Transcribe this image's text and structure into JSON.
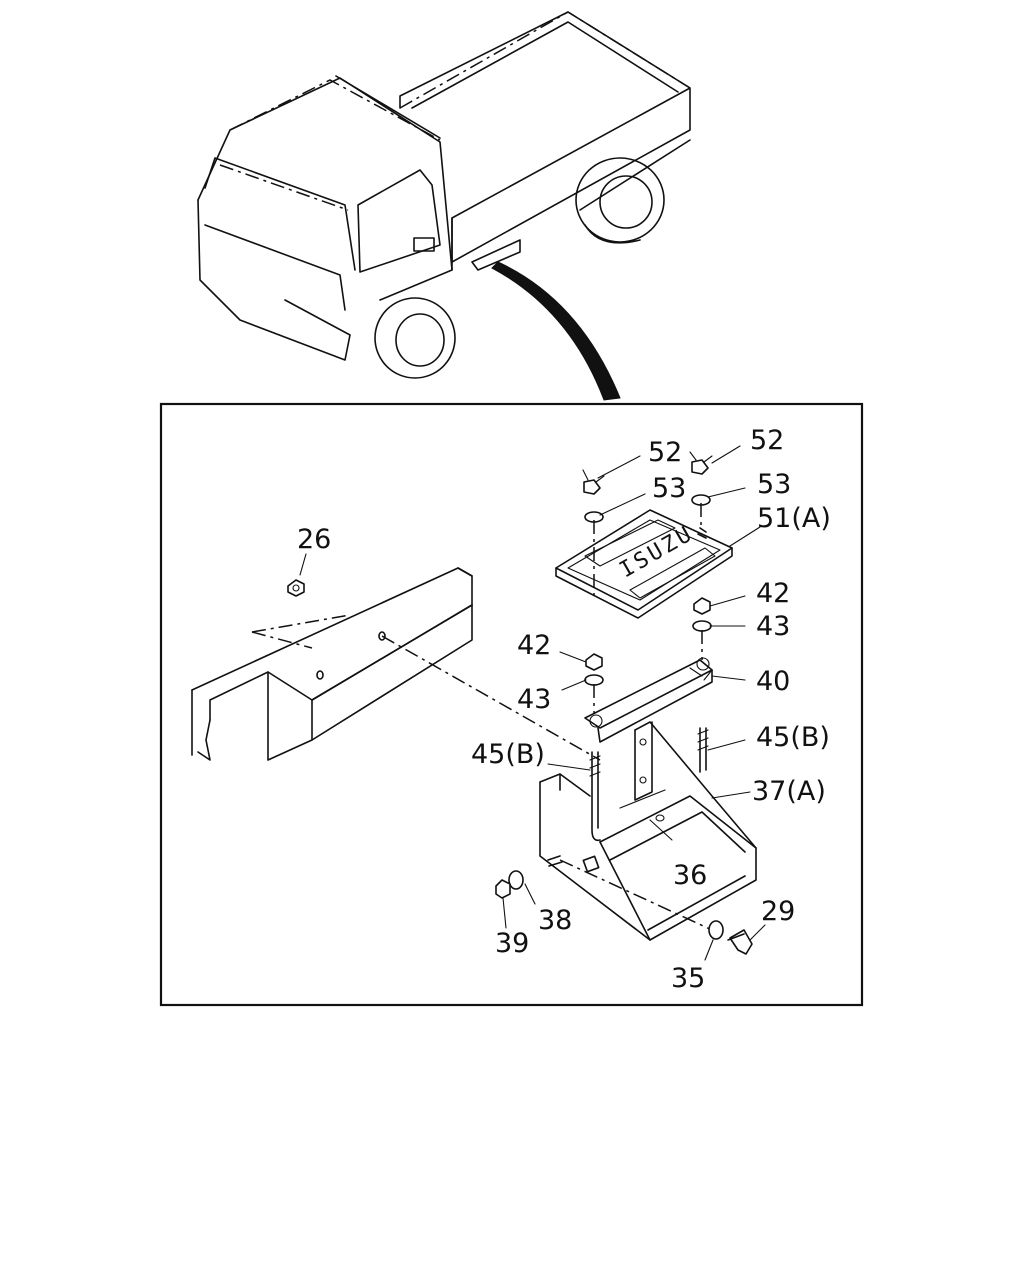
{
  "callouts": {
    "p52_left": "52",
    "p52_right": "52",
    "p53_left": "53",
    "p53_right": "53",
    "p51": "51(A)",
    "p26": "26",
    "p42_right": "42",
    "p43_right": "43",
    "p42_left": "42",
    "p43_left": "43",
    "p40": "40",
    "p45_left": "45(B)",
    "p45_right": "45(B)",
    "p37": "37(A)",
    "p36": "36",
    "p29": "29",
    "p38": "38",
    "p39": "39",
    "p35": "35"
  },
  "cover_logo": "ISUZU"
}
